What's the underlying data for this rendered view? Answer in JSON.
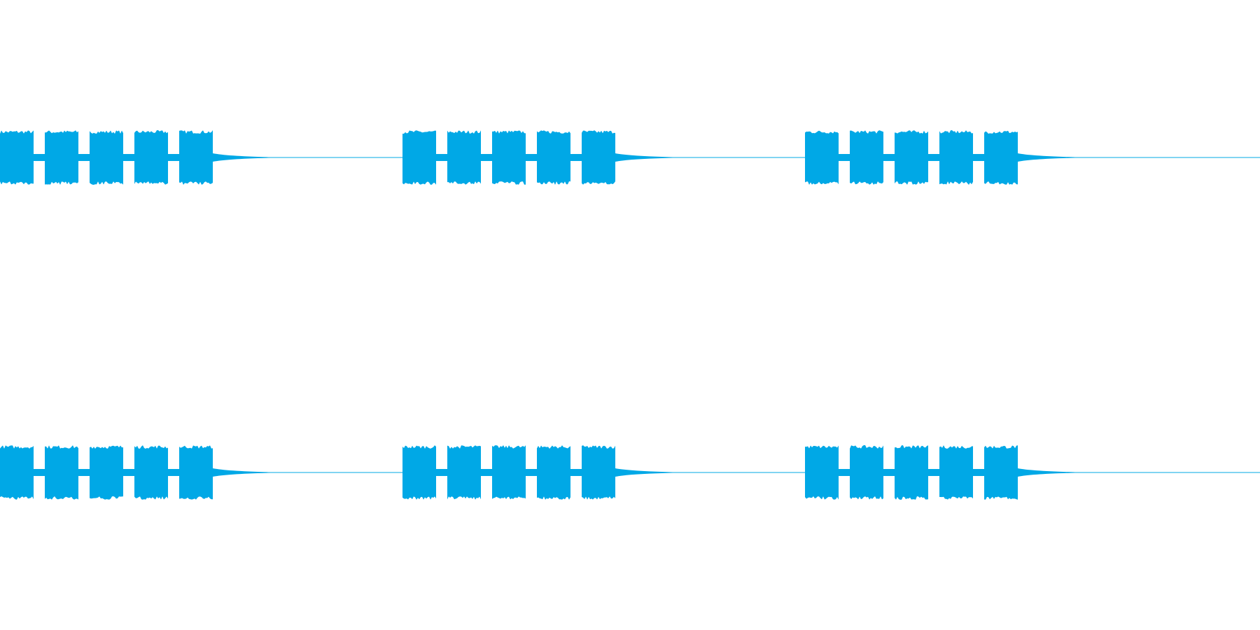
{
  "waveform": {
    "color": "#00a8e6",
    "background": "#ffffff",
    "channels": [
      {
        "id": "left",
        "beep_groups": [
          {
            "beeps": 5
          },
          {
            "beeps": 5
          },
          {
            "beeps": 5
          }
        ]
      },
      {
        "id": "right",
        "beep_groups": [
          {
            "beeps": 5
          },
          {
            "beeps": 5
          },
          {
            "beeps": 5
          }
        ]
      }
    ]
  }
}
